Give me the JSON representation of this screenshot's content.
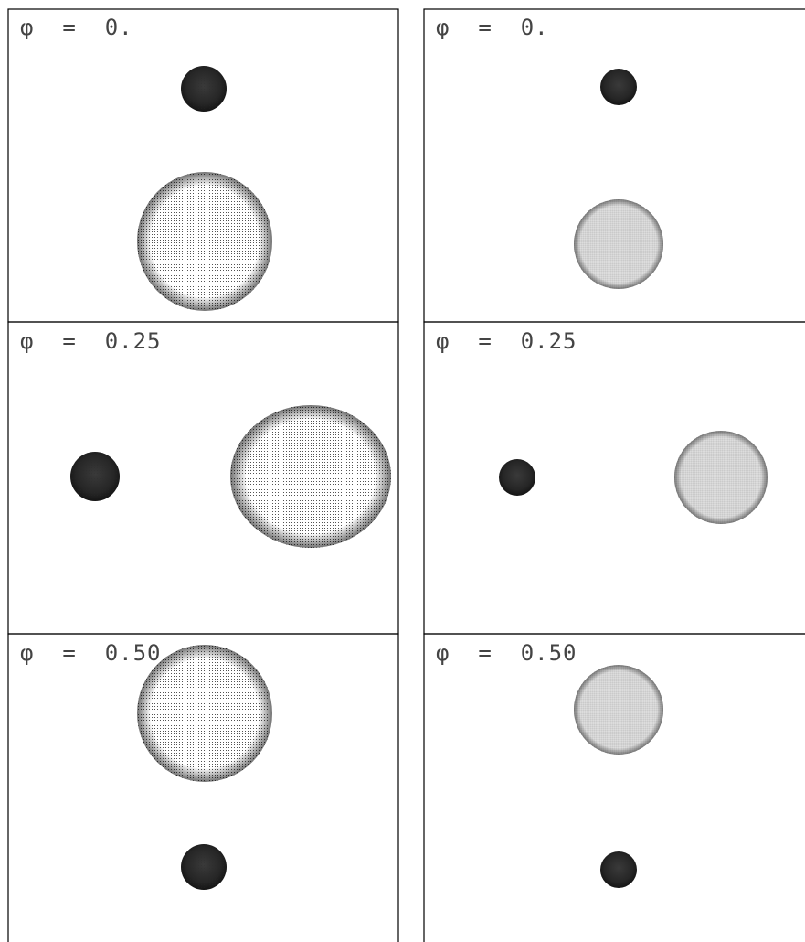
{
  "figure": {
    "panels": [
      {
        "column": "left",
        "row": 1,
        "label": "φ  =  0."
      },
      {
        "column": "right",
        "row": 1,
        "label": "φ  =  0."
      },
      {
        "column": "left",
        "row": 2,
        "label": "φ  =  0.25"
      },
      {
        "column": "right",
        "row": 2,
        "label": "φ  =  0.25"
      },
      {
        "column": "left",
        "row": 3,
        "label": "φ  =  0.50"
      },
      {
        "column": "right",
        "row": 3,
        "label": "φ  =  0.50"
      }
    ],
    "colors": {
      "background": "#ffffff",
      "border": "#000000",
      "label_text": "#444444",
      "dark_star": "#1c1c1c",
      "light_star_dots": "#2a2a2a"
    }
  }
}
